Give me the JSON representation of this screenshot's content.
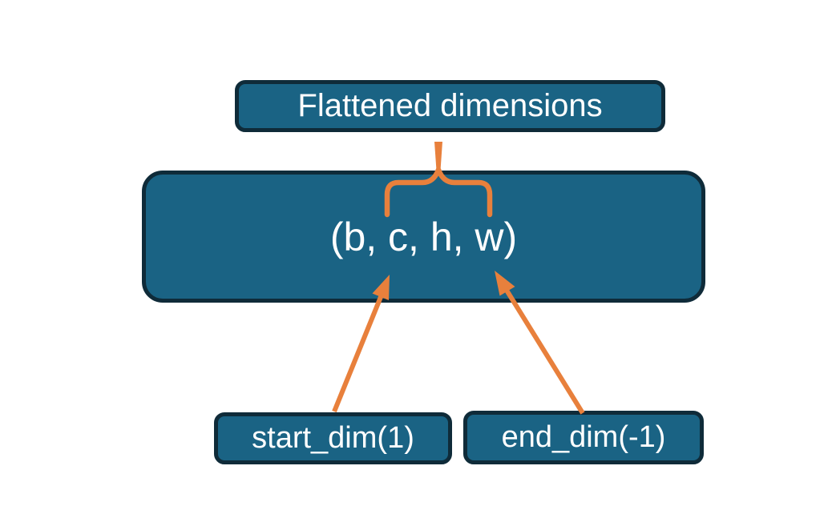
{
  "diagram": {
    "title_box": {
      "label": "Flattened dimensions"
    },
    "tensor_box": {
      "label": "(b, c, h, w)"
    },
    "start_dim_box": {
      "label": "start_dim(1)"
    },
    "end_dim_box": {
      "label": "end_dim(-1)"
    },
    "connections": {
      "brace": "Flattened dimensions brace over (c, h, w) span",
      "start_dim_arrow": "start_dim(1) points to dimension c",
      "end_dim_arrow": "end_dim(-1) points to dimension w"
    }
  },
  "colors": {
    "box_fill": "#1A6384",
    "box_border": "#0F2B39",
    "accent_orange": "#E8803C",
    "text": "#FFFFFF",
    "background": "#FFFFFF"
  }
}
